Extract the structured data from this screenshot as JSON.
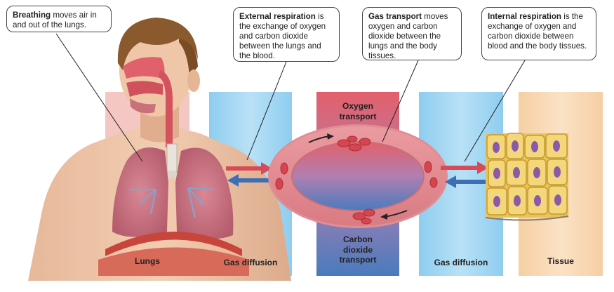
{
  "callouts": {
    "breathing": {
      "term": "Breathing",
      "text": " moves air in and out of the lungs."
    },
    "external": {
      "term": "External respiration",
      "text": " is the exchange of oxygen and carbon dioxide between the lungs and the blood."
    },
    "transport": {
      "term": "Gas transport",
      "text": " moves oxygen and carbon dioxide between the lungs and the body tissues."
    },
    "internal": {
      "term": "Internal respiration",
      "text": " is the exchange of oxygen and carbon dioxide between blood and the body tissues."
    }
  },
  "columns": {
    "lungs": "Lungs",
    "gas_diffusion_1": "Gas diffusion",
    "gas_diffusion_2": "Gas diffusion",
    "tissue": "Tissue"
  },
  "middle": {
    "oxygen_line1": "Oxygen",
    "oxygen_line2": "transport",
    "co2_line1": "Carbon",
    "co2_line2": "dioxide",
    "co2_line3": "transport"
  },
  "colors": {
    "lungs_column": "#f4c7c3",
    "diffusion_column": "#a9d8f2",
    "oxygen_top": "#e3606a",
    "co2_bottom": "#4a7bbd",
    "tissue_column": "#f9d8b2",
    "ring": "#e9959a",
    "red_arrow": "#d84a55",
    "blue_arrow": "#3d6fb5"
  }
}
